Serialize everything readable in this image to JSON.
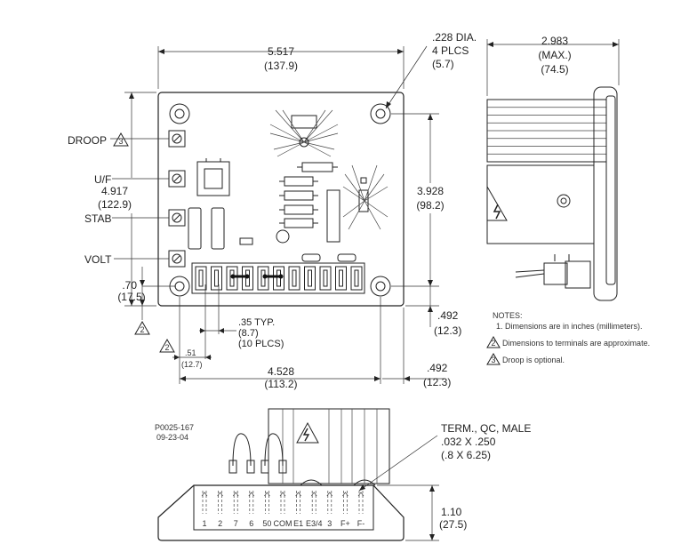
{
  "dimensions": {
    "top_width_in": "5.517",
    "top_width_mm": "(137.9)",
    "hole_dia": ".228 DIA.",
    "hole_plcs": "4 PLCS",
    "hole_mm": "(5.7)",
    "side_depth_in": "2.983",
    "side_depth_max": "(MAX.)",
    "side_depth_mm": "(74.5)",
    "left_height_in": "4.917",
    "left_height_mm": "(122.9)",
    "right_height_in": "3.928",
    "right_height_mm": "(98.2)",
    "bottom_offset_in": ".70",
    "bottom_offset_mm": "(17.5)",
    "pitch_in": ".35 TYP.",
    "pitch_mm": "(8.7)",
    "pitch_plcs": "(10 PLCS)",
    "first_term_in": ".51",
    "first_term_mm": "(12.7)",
    "hole_span_in": "4.528",
    "hole_span_mm": "(113.2)",
    "edge_a_in": ".492",
    "edge_a_mm": "(12.3)",
    "edge_b_in": ".492",
    "edge_b_mm": "(12.3)",
    "front_height_in": "1.10",
    "front_height_mm": "(27.5)"
  },
  "pots": [
    "DROOP",
    "U/F",
    "STAB",
    "VOLT"
  ],
  "note_markers": {
    "droop": "3",
    "left": "2",
    "bottom": "2",
    "note2": "2",
    "note3": "3"
  },
  "notes": {
    "heading": "NOTES:",
    "n1": "1. Dimensions are in inches (millimeters).",
    "n2": "Dimensions to terminals are approximate.",
    "n3": "Droop is optional."
  },
  "drawing_id": "P0025-167",
  "drawing_date": "09-23-04",
  "term_spec": [
    "TERM., QC, MALE",
    ".032 X .250",
    "(.8 X 6.25)"
  ],
  "terminals": [
    "1",
    "2",
    "7",
    "6",
    "50",
    "COM",
    "E1",
    "E3/4",
    "3",
    "F+",
    "F-"
  ],
  "warning_symbol": "lightning-warning-icon"
}
